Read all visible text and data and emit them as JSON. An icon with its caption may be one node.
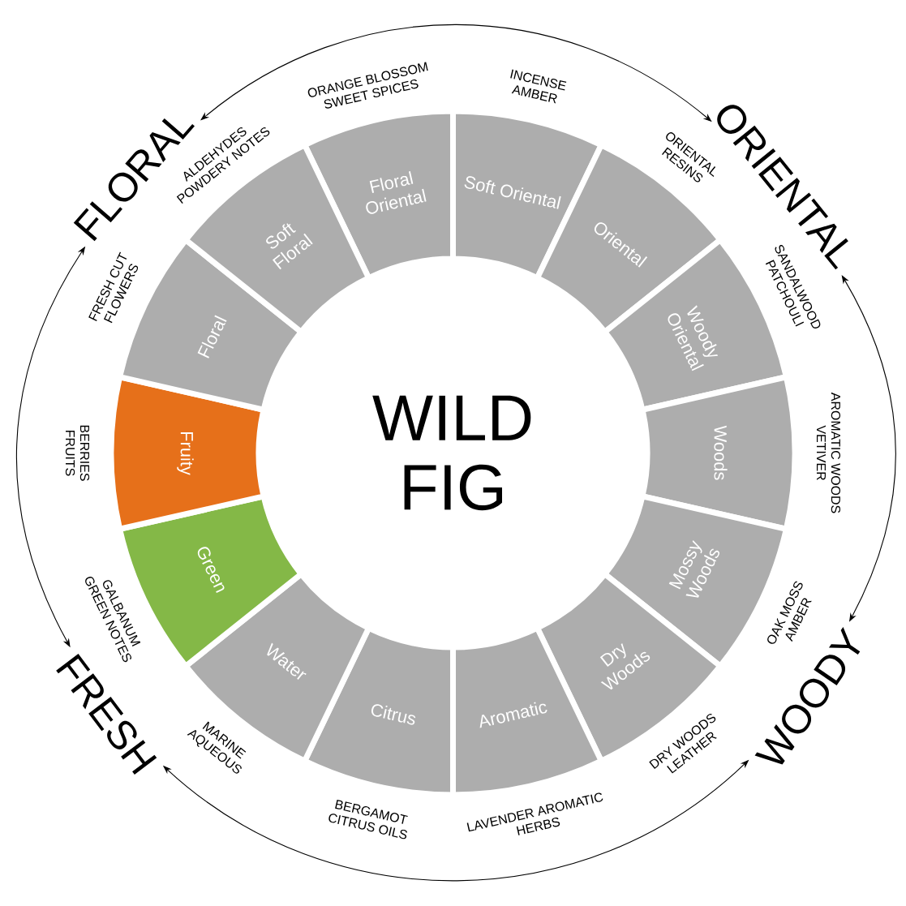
{
  "diagram": {
    "nodes": [
      {
        "text": [
          "FLORAL"
        ]
      },
      {
        "text": [
          "ORIENTAL"
        ]
      },
      {
        "text": [
          "WOODY"
        ]
      },
      {
        "text": [
          "FRESH"
        ]
      },
      {
        "text": [
          "Floral Oriental"
        ],
        "beside": [
          "ORANGE BLOSSOM SWEET SPICES"
        ]
      },
      {
        "text": [
          "Soft Oriental"
        ],
        "beside": [
          "INCENSE AMBER"
        ]
      },
      {
        "text": [
          "Oriental"
        ],
        "beside": [
          "ORIENTAL RESINS"
        ]
      },
      {
        "text": [
          "Woody Oriental"
        ],
        "beside": [
          "SANDALWOOD PATCHOULI"
        ]
      },
      {
        "text": [
          "Woods"
        ],
        "beside": [
          "AROMATIC WOODS VETIVER"
        ]
      },
      {
        "text": [
          "Mossy Woods"
        ],
        "beside": [
          "OAK MOSS AMBER"
        ]
      },
      {
        "text": [
          "Dry Woods"
        ],
        "beside": [
          "DRY WOODS LEATHER"
        ]
      },
      {
        "text": [
          "Aromatic"
        ],
        "beside": [
          "LAVENDER AROMATIC HERBS"
        ]
      },
      {
        "text": [
          "Citrus"
        ],
        "beside": [
          "BERGAMOT CITRUS OILS"
        ]
      },
      {
        "text": [
          "Water"
        ],
        "beside": [
          "MARINE AQUEOUS"
        ]
      },
      {
        "text": [
          "Green"
        ],
        "beside": [
          "GALBANUM GREEN NOTES"
        ]
      },
      {
        "text": [
          "Fruity"
        ],
        "beside": [
          "BERRIES FRUITS"
        ]
      },
      {
        "text": [
          "Floral"
        ],
        "beside": [
          "FRESH CUT FLOWERS"
        ]
      },
      {
        "text": [
          "Soft Floral"
        ],
        "beside": [
          "ALDEHYDES POWDERY NOTES"
        ]
      },
      {
        "text": [
          "WILD FIG"
        ]
      }
    ],
    "edges": [
      {
        "from": 0,
        "to": 1,
        "arrow": "both"
      },
      {
        "from": 1,
        "to": 2,
        "arrow": "both"
      },
      {
        "from": 2,
        "to": 3,
        "arrow": "both"
      },
      {
        "from": 3,
        "to": 0,
        "arrow": "both"
      }
    ]
  }
}
